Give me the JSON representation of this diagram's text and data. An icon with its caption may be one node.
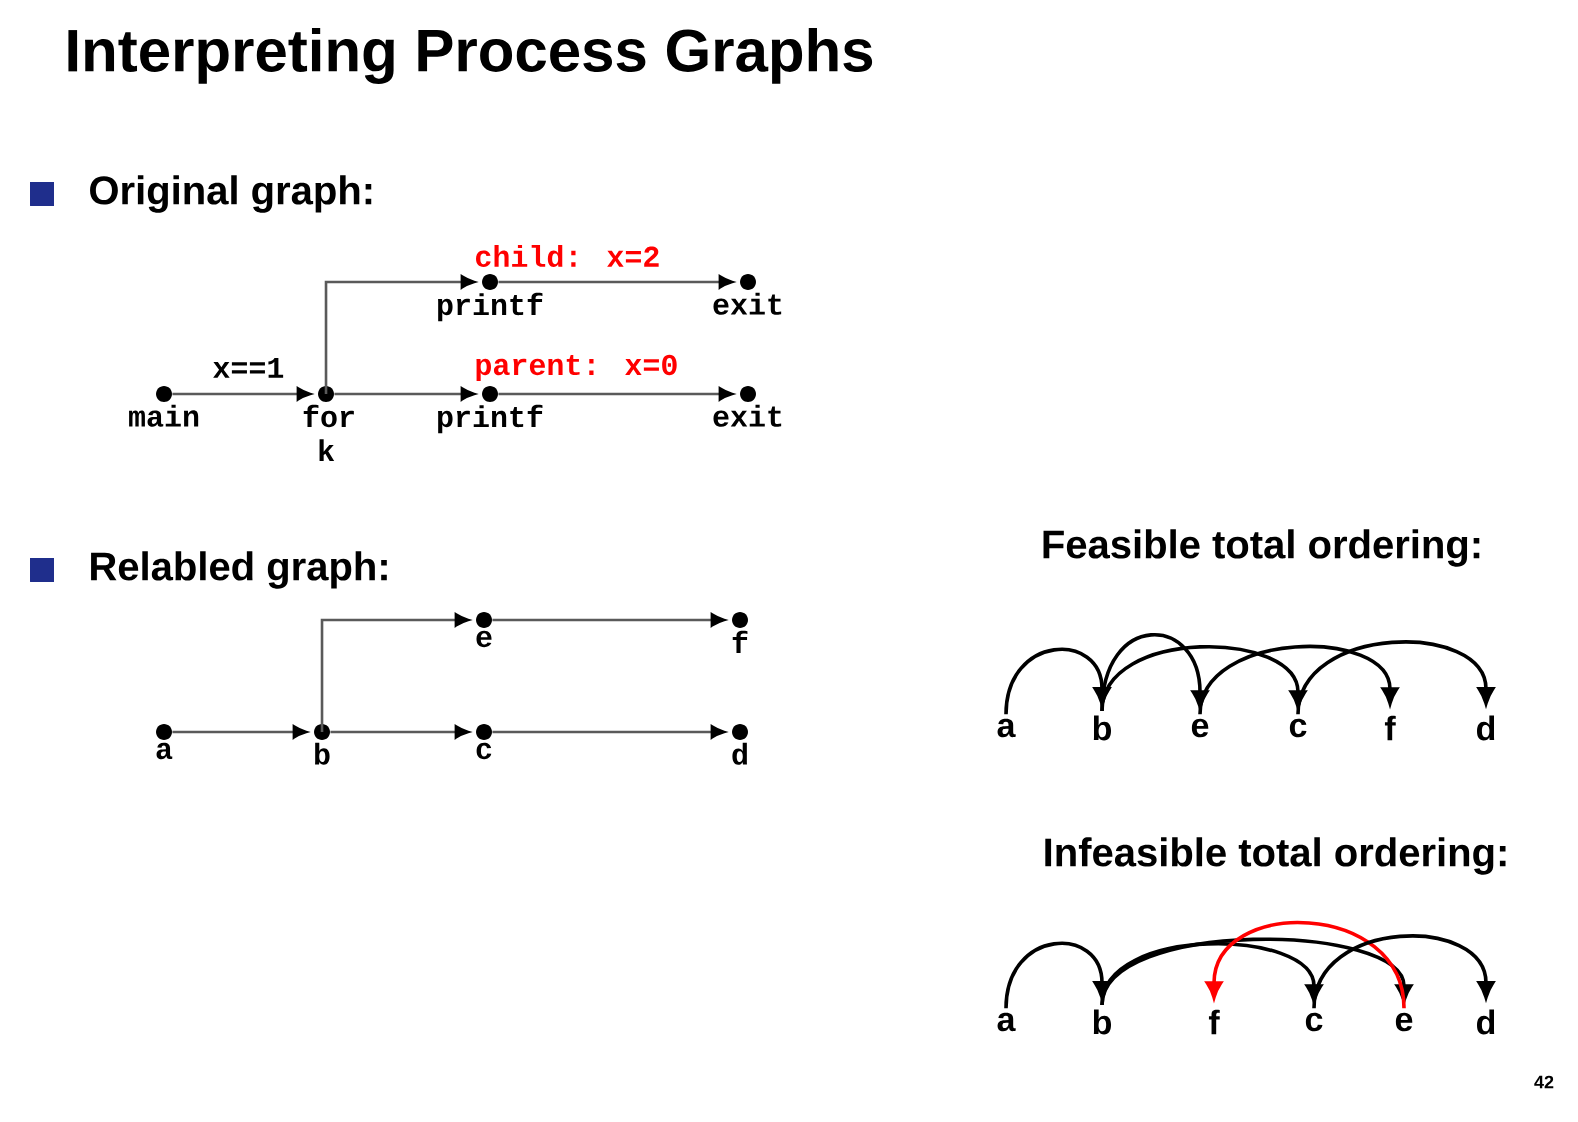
{
  "diagram": {
    "title": "Interpreting Process Graphs",
    "nodes": [
      {
        "text": [
          "main"
        ]
      },
      {
        "text": [
          "for k"
        ]
      },
      {
        "text": [
          "printf"
        ]
      },
      {
        "text": [
          "exit"
        ]
      },
      {
        "text": [
          "printf"
        ]
      },
      {
        "text": [
          "exit"
        ]
      },
      {
        "text": [
          "e"
        ]
      },
      {
        "text": [
          "f"
        ]
      },
      {
        "text": [
          "a"
        ]
      },
      {
        "text": [
          "b"
        ]
      },
      {
        "text": [
          "c"
        ]
      },
      {
        "text": [
          "d"
        ]
      },
      {
        "text": [
          "a"
        ]
      },
      {
        "text": [
          "b"
        ]
      },
      {
        "text": [
          "e"
        ]
      },
      {
        "text": [
          "c"
        ]
      },
      {
        "text": [
          "f"
        ]
      },
      {
        "text": [
          "d"
        ]
      },
      {
        "text": [
          "a"
        ]
      },
      {
        "text": [
          "b"
        ]
      },
      {
        "text": [
          "f"
        ]
      },
      {
        "text": [
          "c"
        ]
      },
      {
        "text": [
          "e"
        ]
      },
      {
        "text": [
          "d"
        ]
      }
    ],
    "edges": [
      {
        "from": 0,
        "to": 1,
        "arrow": "to",
        "label": "x==1"
      },
      {
        "from": 1,
        "to": 2,
        "arrow": "to",
        "label": "child: x=2"
      },
      {
        "from": 2,
        "to": 3,
        "arrow": "to"
      },
      {
        "from": 1,
        "to": 4,
        "arrow": "to",
        "label": "parent: x=0"
      },
      {
        "from": 4,
        "to": 5,
        "arrow": "to"
      },
      {
        "from": 8,
        "to": 9,
        "arrow": "to"
      },
      {
        "from": 9,
        "to": 6,
        "arrow": "to"
      },
      {
        "from": 6,
        "to": 7,
        "arrow": "to"
      },
      {
        "from": 9,
        "to": 10,
        "arrow": "to"
      },
      {
        "from": 10,
        "to": 11,
        "arrow": "to"
      },
      {
        "from": 12,
        "to": 13,
        "arrow": "to"
      },
      {
        "from": 13,
        "to": 14,
        "arrow": "to"
      },
      {
        "from": 13,
        "to": 15,
        "arrow": "to"
      },
      {
        "from": 14,
        "to": 16,
        "arrow": "to"
      },
      {
        "from": 15,
        "to": 17,
        "arrow": "to"
      },
      {
        "from": 18,
        "to": 19,
        "arrow": "to"
      },
      {
        "from": 19,
        "to": 21,
        "arrow": "to"
      },
      {
        "from": 19,
        "to": 22,
        "arrow": "to"
      },
      {
        "from": 22,
        "to": 20,
        "arrow": "to",
        "color": "#ff0000"
      },
      {
        "from": 21,
        "to": 23,
        "arrow": "to"
      }
    ],
    "labels": [
      "Original graph:",
      "Relabled graph:",
      "Feasible total ordering:",
      "Infeasible total ordering:",
      "42"
    ]
  }
}
